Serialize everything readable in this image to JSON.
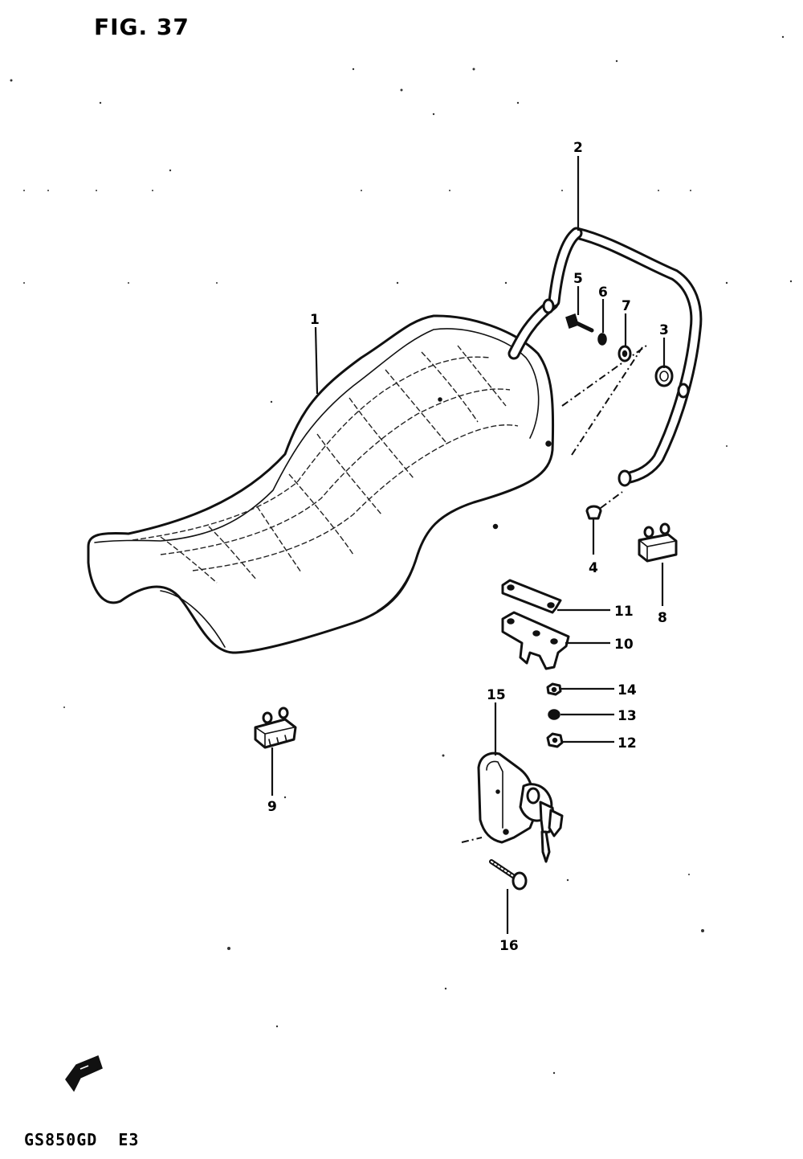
{
  "figure_title": "FIG. 37",
  "model_code": "GS850GD  E3",
  "callouts": [
    "1",
    "2",
    "3",
    "4",
    "5",
    "6",
    "7",
    "8",
    "9",
    "10",
    "11",
    "12",
    "13",
    "14",
    "15",
    "16"
  ]
}
